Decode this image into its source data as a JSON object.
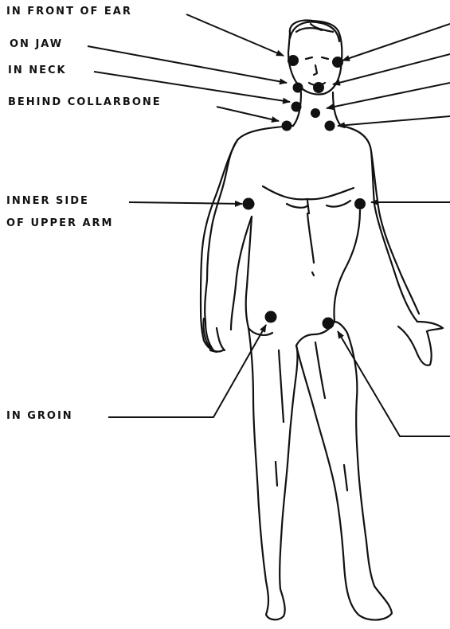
{
  "labels": {
    "front_of_ear": "IN FRONT OF EAR",
    "on_jaw": "ON JAW",
    "in_neck": "IN NECK",
    "behind_collarbone": "BEHIND COLLARBONE",
    "inner_arm_line1": "INNER SIDE",
    "inner_arm_line2": "OF UPPER ARM",
    "in_groin": "IN GROIN"
  },
  "colors": {
    "ink": "#111111",
    "background": "#ffffff"
  }
}
